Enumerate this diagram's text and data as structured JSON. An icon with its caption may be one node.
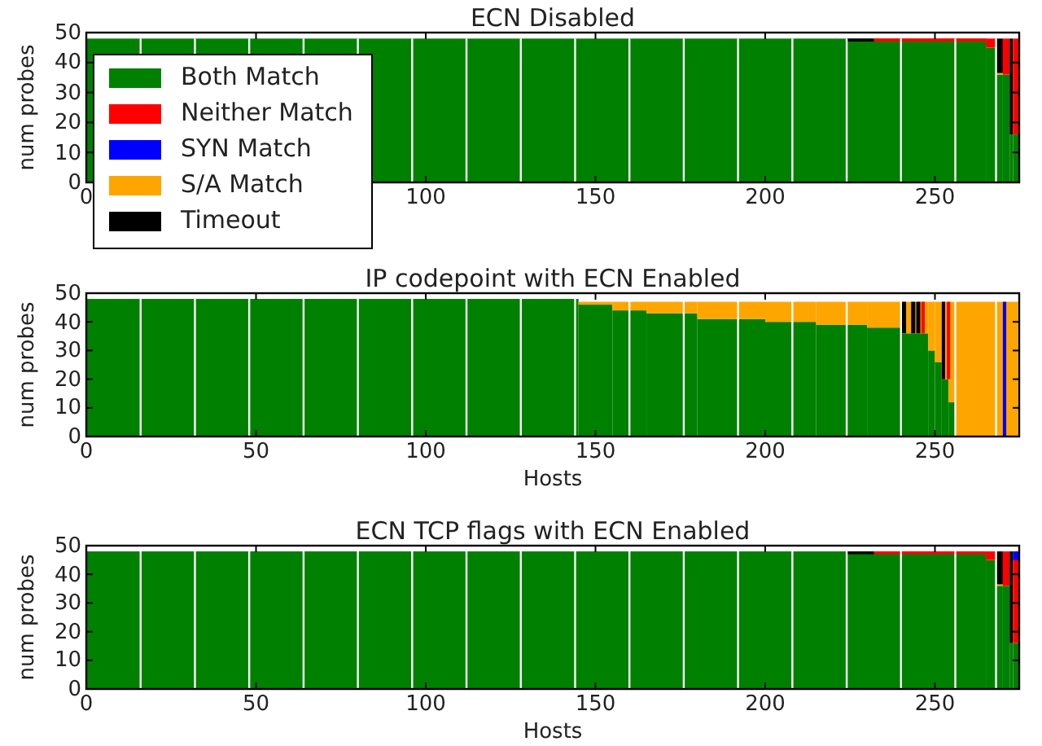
{
  "diagram": {
    "labels": [
      "ECN Disabled",
      "50",
      "40",
      "30",
      "20",
      "10",
      "0",
      "num probes",
      "0",
      "100",
      "150",
      "200",
      "250",
      "IP codepoint with ECN Enabled",
      "50",
      "40",
      "30",
      "20",
      "10",
      "0",
      "num probes",
      "0",
      "50",
      "100",
      "150",
      "200",
      "250",
      "Hosts",
      "ECN TCP flags with ECN Enabled",
      "50",
      "40",
      "30",
      "20",
      "10",
      "0",
      "num probes",
      "0",
      "50",
      "100",
      "150",
      "200",
      "250",
      "Hosts"
    ],
    "legend": [
      {
        "text": "Both Match",
        "color": "#008000"
      },
      {
        "text": "Neither Match",
        "color": "#ff0000"
      },
      {
        "text": "SYN Match",
        "color": "#0000ff"
      },
      {
        "text": "S/A Match",
        "color": "#ffa500"
      },
      {
        "text": "Timeout",
        "color": "#000000"
      }
    ]
  }
}
